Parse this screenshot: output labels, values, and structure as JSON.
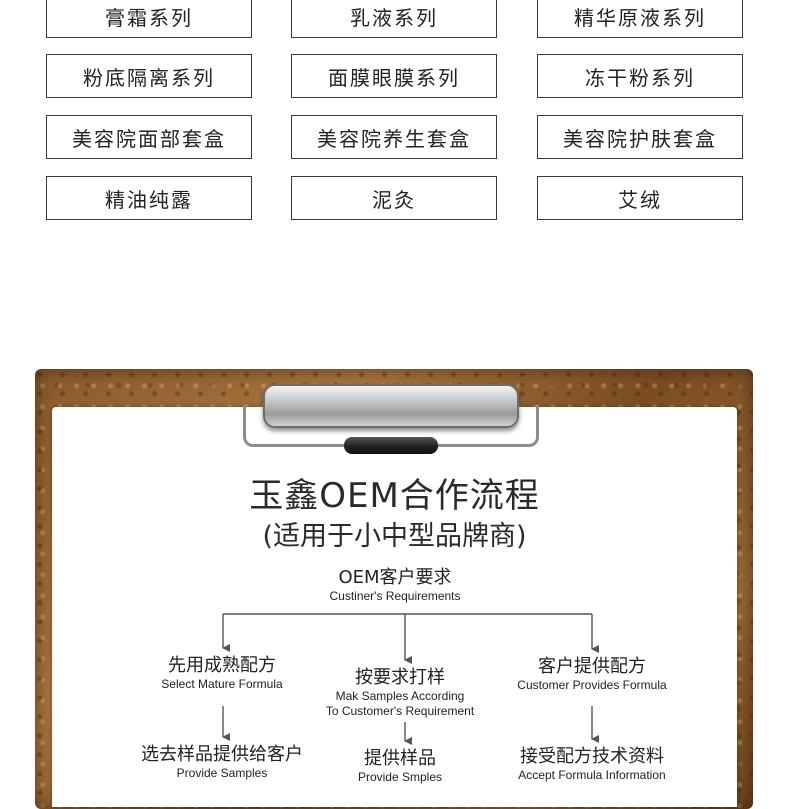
{
  "categories": [
    [
      "膏霜系列",
      "乳液系列",
      "精华原液系列"
    ],
    [
      "粉底隔离系列",
      "面膜眼膜系列",
      "冻干粉系列"
    ],
    [
      "美容院面部套盒",
      "美容院养生套盒",
      "美容院护肤套盒"
    ],
    [
      "精油纯露",
      "泥灸",
      "艾绒"
    ]
  ],
  "clipboard": {
    "title": "玉鑫OEM合作流程",
    "subtitle": "(适用于小中型品牌商)"
  },
  "flow": {
    "top": {
      "cn": "OEM客户要求",
      "en": "Custiner's Requirements"
    },
    "a1": {
      "cn": "先用成熟配方",
      "en": "Select Mature Formula"
    },
    "b1": {
      "cn": "按要求打样",
      "en1": "Mak Samples According",
      "en2": "To Customer's Requirement"
    },
    "c1": {
      "cn": "客户提供配方",
      "en": "Customer Provides Formula"
    },
    "a2": {
      "cn": "选去样品提供给客户",
      "en": "Provide Samples"
    },
    "b2": {
      "cn": "提供样品",
      "en": "Provide Smples"
    },
    "c2": {
      "cn": "接受配方技术资料",
      "en": "Accept Formula Information"
    }
  },
  "colors": {
    "wood": "#8a5a2b",
    "line": "#555555",
    "border": "#3a3a3a"
  }
}
